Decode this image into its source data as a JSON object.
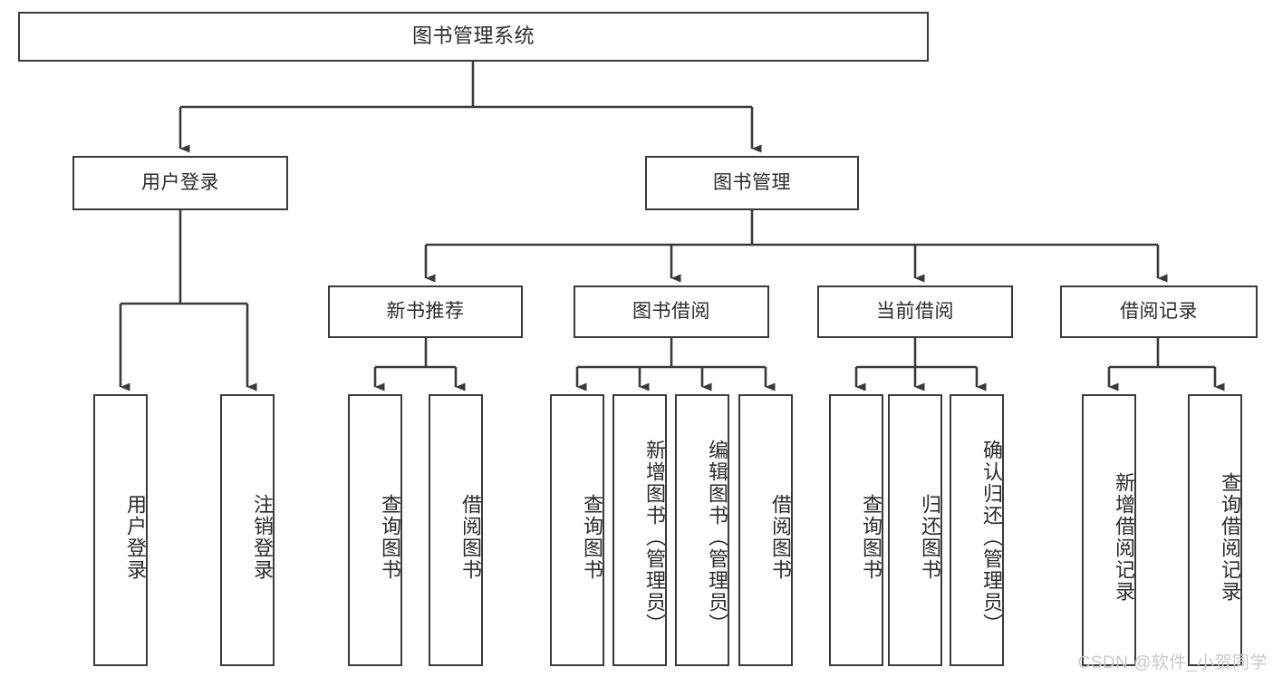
{
  "diagram": {
    "title": "图书管理系统",
    "type": "tree",
    "colors": {
      "stroke": "#3a3a3a",
      "fill": "#ffffff",
      "text": "#2b2b2b",
      "watermark": "#c9c9c9"
    },
    "root": {
      "label": "图书管理系统"
    },
    "level1": [
      {
        "label": "用户登录"
      },
      {
        "label": "图书管理"
      }
    ],
    "level2": [
      {
        "label": "新书推荐"
      },
      {
        "label": "图书借阅"
      },
      {
        "label": "当前借阅"
      },
      {
        "label": "借阅记录"
      }
    ],
    "leaves": {
      "user_login": [
        {
          "label": "用户登录"
        },
        {
          "label": "注销登录"
        }
      ],
      "new_book": [
        {
          "label": "查询图书"
        },
        {
          "label": "借阅图书"
        }
      ],
      "book_borrow": [
        {
          "label": "查询图书"
        },
        {
          "label": "新增图书（管理员）"
        },
        {
          "label": "编辑图书（管理员）"
        },
        {
          "label": "借阅图书"
        }
      ],
      "current_borrow": [
        {
          "label": "查询图书"
        },
        {
          "label": "归还图书"
        },
        {
          "label": "确认归还（管理员）"
        }
      ],
      "borrow_record": [
        {
          "label": "新增借阅记录"
        },
        {
          "label": "查询借阅记录"
        }
      ]
    }
  },
  "watermark": {
    "text": "CSDN @软件_小贺同学"
  }
}
